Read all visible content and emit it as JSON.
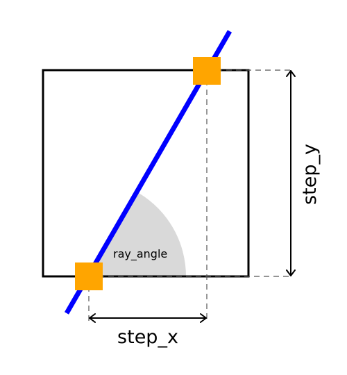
{
  "labels": {
    "angle": "ray_angle",
    "step_x": "step_x",
    "step_y": "step_y"
  },
  "colors": {
    "ray": "#0000ff",
    "marker": "#ffa500",
    "angle_fill": "#d9d9d9",
    "cell_border": "#000000",
    "guide": "#555555"
  }
}
